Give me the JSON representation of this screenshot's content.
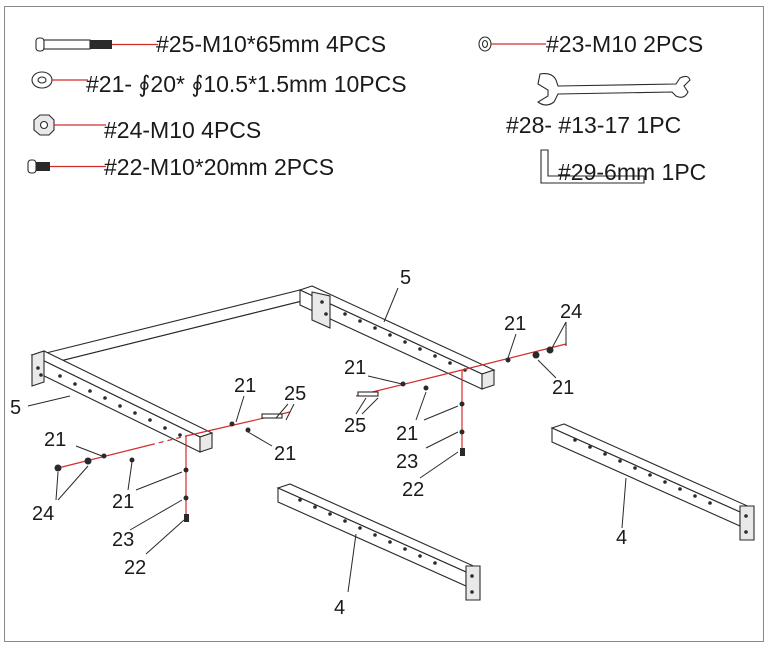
{
  "hardware": {
    "part25": "#25-M10*65mm 4PCS",
    "part23": "#23-M10  2PCS",
    "part21": "#21- ∮20* ∮10.5*1.5mm  10PCS",
    "part24": "#24-M10  4PCS",
    "part22": "#22-M10*20mm 2PCS",
    "part28": "#28- #13-17 1PC",
    "part29": "#29-6mm 1PC"
  },
  "callouts": {
    "c5_top": "5",
    "c5_left": "5",
    "c4_left": "4",
    "c4_right": "4",
    "l21_a": "21",
    "l25_a": "25",
    "l21_b": "21",
    "l21_c": "21",
    "l24_a": "24",
    "l21_d": "21",
    "l23_a": "23",
    "l22_a": "22",
    "r21_a": "21",
    "r24": "24",
    "r21_b": "21",
    "r21_c": "21",
    "r25": "25",
    "r21_d": "21",
    "r23": "23",
    "r22": "22"
  },
  "colors": {
    "leader": "#d42a2a",
    "line": "#2a2a2a"
  }
}
